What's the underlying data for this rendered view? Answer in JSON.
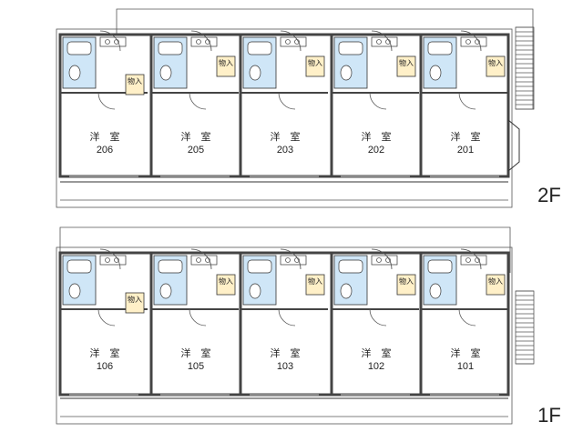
{
  "floors": [
    {
      "id": "2f",
      "label": "2F",
      "units": [
        {
          "room_type": "洋　室",
          "number": "206",
          "closet": "物入"
        },
        {
          "room_type": "洋　室",
          "number": "205",
          "closet": "物入"
        },
        {
          "room_type": "洋　室",
          "number": "203",
          "closet": "物入"
        },
        {
          "room_type": "洋　室",
          "number": "202",
          "closet": "物入"
        },
        {
          "room_type": "洋　室",
          "number": "201",
          "closet": "物入"
        }
      ]
    },
    {
      "id": "1f",
      "label": "1F",
      "units": [
        {
          "room_type": "洋　室",
          "number": "106",
          "closet": "物入"
        },
        {
          "room_type": "洋　室",
          "number": "105",
          "closet": "物入"
        },
        {
          "room_type": "洋　室",
          "number": "103",
          "closet": "物入"
        },
        {
          "room_type": "洋　室",
          "number": "102",
          "closet": "物入"
        },
        {
          "room_type": "洋　室",
          "number": "101",
          "closet": "物入"
        }
      ]
    }
  ],
  "colors": {
    "bath": "#cfe6f7",
    "closet": "#fff0c8",
    "wall": "#555555"
  }
}
